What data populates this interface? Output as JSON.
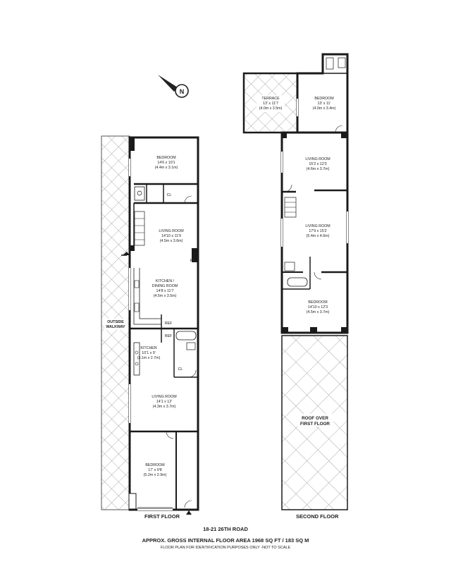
{
  "compass": {
    "letter": "N"
  },
  "first_floor": {
    "name": "FIRST FLOOR",
    "outside_walkway": [
      "OUTSIDE",
      "WALKWAY"
    ],
    "rooms": [
      {
        "id": "bedroom-1",
        "name": "BEDROOM",
        "dim_ft": "14'6 x 10'1",
        "dim_m": "(4.4m x 3.1m)"
      },
      {
        "id": "living-1",
        "name": "LIVING ROOM",
        "dim_ft": "14'10 x 11'9",
        "dim_m": "(4.5m x 3.6m)"
      },
      {
        "id": "kitchen-dining",
        "name": "KITCHEN /",
        "name2": "DINING ROOM",
        "dim_ft": "14'8 x 11'7",
        "dim_m": "(4.5m x 3.5m)"
      },
      {
        "id": "kitchen",
        "name": "KITCHEN",
        "dim_ft": "10'1 x 9'",
        "dim_m": "(3.1m x 2.7m)"
      },
      {
        "id": "living-2",
        "name": "LIVING ROOM",
        "dim_ft": "14'1 x 12'",
        "dim_m": "(4.3m x 3.7m)"
      },
      {
        "id": "bedroom-2",
        "name": "BEDROOM",
        "dim_ft": "17' x 9'8",
        "dim_m": "(5.2m x 2.9m)"
      }
    ],
    "tags": {
      "cl": "CL",
      "fp": "FP",
      "ref": "REF"
    }
  },
  "second_floor": {
    "name": "SECOND FLOOR",
    "rooms": [
      {
        "id": "terrace",
        "name": "TERRACE",
        "dim_ft": "13' x 11'7",
        "dim_m": "(4.0m x 3.5m)"
      },
      {
        "id": "bedroom-3",
        "name": "BEDROOM",
        "dim_ft": "13' x 11'",
        "dim_m": "(4.0m x 3.4m)"
      },
      {
        "id": "living-3",
        "name": "LIVING ROOM",
        "dim_ft": "15'2 x 12'3",
        "dim_m": "(4.6m x 3.7m)"
      },
      {
        "id": "living-4",
        "name": "LIVING ROOM",
        "dim_ft": "17'9 x 15'2",
        "dim_m": "(5.4m x 4.6m)"
      },
      {
        "id": "bedroom-4",
        "name": "BEDROOM",
        "dim_ft": "14'10 x 12'3",
        "dim_m": "(4.5m x 3.7m)"
      }
    ],
    "roof": [
      "ROOF OVER",
      "FIRST FLOOR"
    ]
  },
  "footer": {
    "address": "18-21 26TH ROAD",
    "area": "APPROX. GROSS INTERNAL FLOOR AREA 1968 SQ FT / 183 SQ M",
    "note": "FLOOR PLAN FOR IDENTIFICATION PURPOSES ONLY -NOT TO SCALE"
  }
}
